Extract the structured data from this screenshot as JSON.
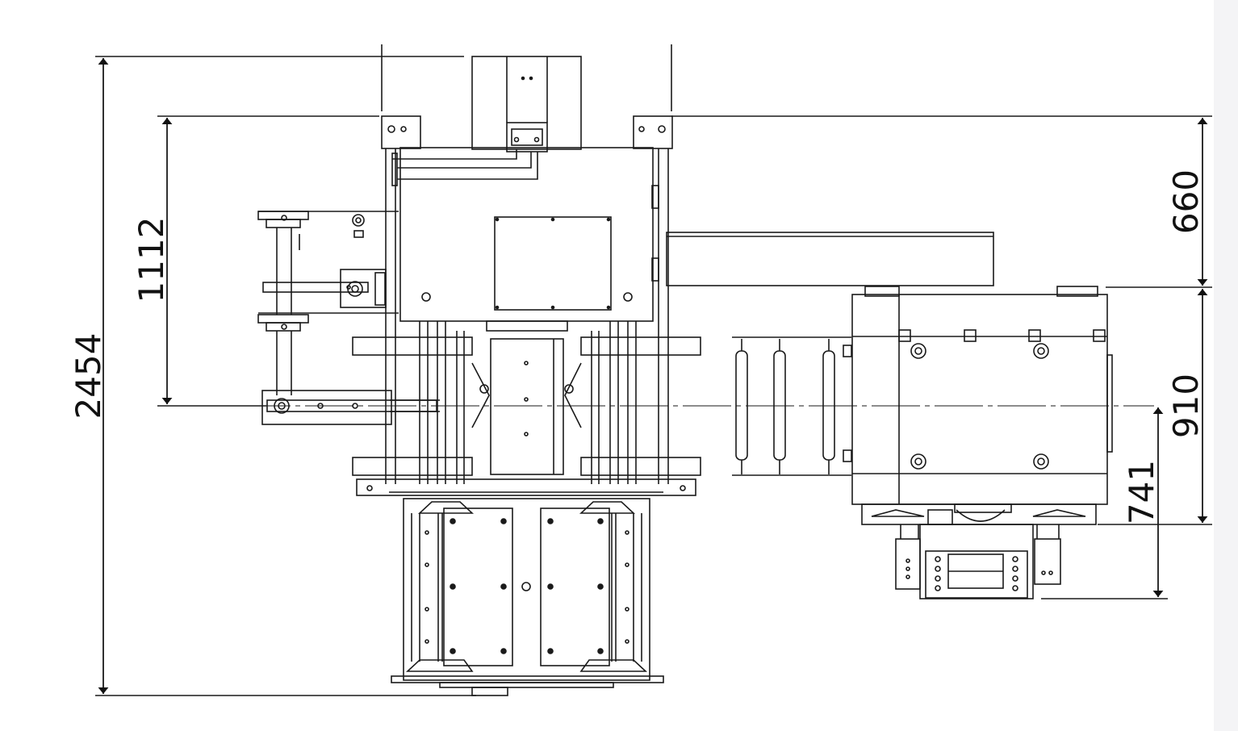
{
  "dimensions": {
    "total_height": "2454",
    "upper_height": "1112",
    "right_top": "660",
    "right_middle": "910",
    "right_bottom": "741"
  },
  "colors": {
    "line": "#1a1a1a",
    "background": "#ffffff",
    "scrollbar": "#f4f4f6"
  }
}
